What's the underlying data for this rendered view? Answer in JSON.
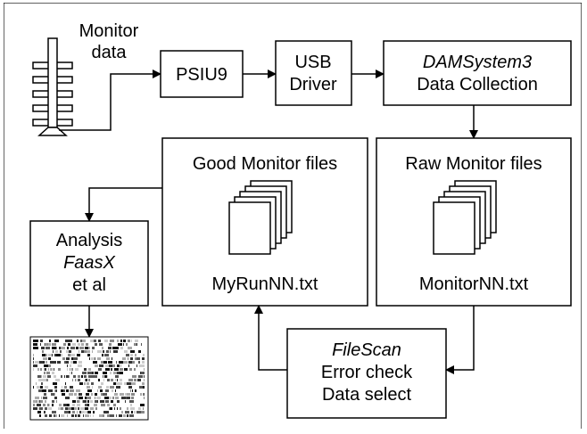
{
  "monitor": {
    "label_line1": "Monitor",
    "label_line2": "data"
  },
  "psiu": {
    "label": "PSIU9"
  },
  "usb": {
    "line1": "USB",
    "line2": "Driver"
  },
  "dam": {
    "line1": "DAMSystem3",
    "line2": "Data Collection"
  },
  "good": {
    "title": "Good Monitor files",
    "file": "MyRunNN.txt"
  },
  "raw": {
    "title": "Raw Monitor files",
    "file": "MonitorNN.txt"
  },
  "analysis": {
    "line1": "Analysis",
    "line2": "FaasX",
    "line3": "et al"
  },
  "filescan": {
    "line1": "FileScan",
    "line2": "Error check",
    "line3": "Data select"
  },
  "icons": {
    "monitor": "activity-monitor-icon",
    "files": "stacked-files-icon",
    "actogram": "actogram-plot-icon"
  }
}
